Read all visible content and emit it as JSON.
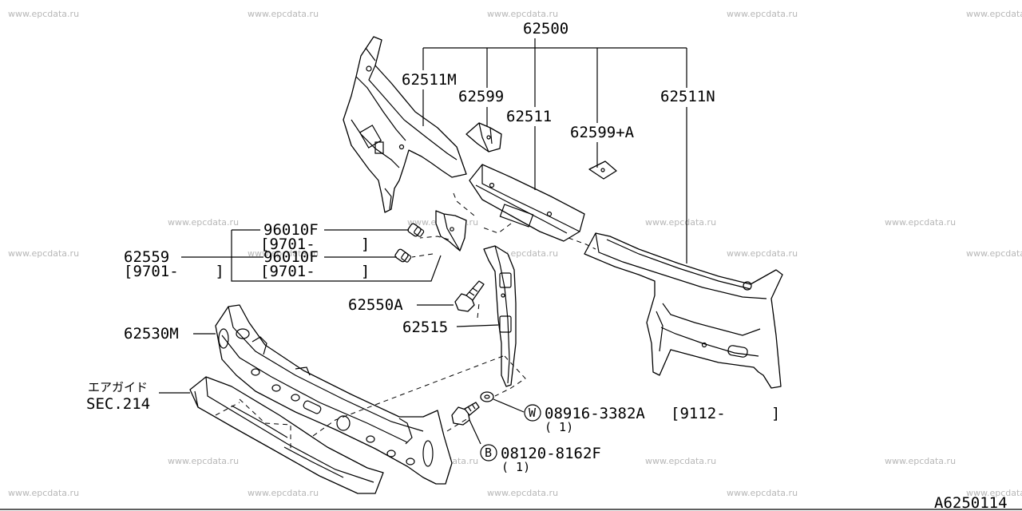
{
  "watermark": "www.epcdata.ru",
  "diagram_code": "A6250114",
  "labels": {
    "p62500": "62500",
    "p62511M": "62511M",
    "p62599": "62599",
    "p62511": "62511",
    "p62599A": "62599+A",
    "p62511N": "62511N",
    "p96010F_1": "96010F",
    "p96010F_1_date": "[9701-     ]",
    "p62559": "62559",
    "p62559_date": "[9701-    ]",
    "p96010F_2": "96010F",
    "p96010F_2_date": "[9701-     ]",
    "p62550A": "62550A",
    "p62515": "62515",
    "p62530M": "62530M",
    "air_guide": "エアガイド",
    "sec214": "SEC.214",
    "washer_sym": "W",
    "washer_code": "08916-3382A",
    "washer_date": "[9112-     ]",
    "washer_qty": "( 1)",
    "bolt_sym": "B",
    "bolt_code": "08120-8162F",
    "bolt_qty": "( 1)"
  }
}
